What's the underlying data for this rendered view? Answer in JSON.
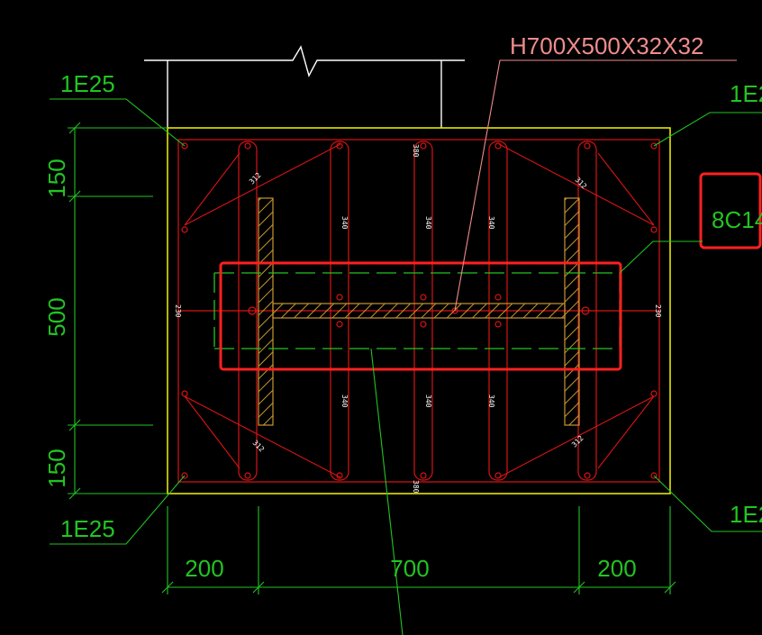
{
  "labels": {
    "section": "H700X500X32X32",
    "corner_tl": "1E25",
    "corner_tr": "1E2",
    "corner_bl": "1E25",
    "corner_br": "1E2",
    "bar_callout": "8C14"
  },
  "dimensions": {
    "vertical": [
      "150",
      "500",
      "150"
    ],
    "horizontal": [
      "200",
      "700",
      "200"
    ]
  },
  "bar_marks": {
    "short_tag": "312",
    "stirrup_tag": "340",
    "top_tag": "380",
    "side_tag": "230"
  },
  "colors": {
    "background": "#000000",
    "yellow": "#e6e600",
    "red": "#d81414",
    "green": "#22c422",
    "pink": "#f08c8c",
    "white": "#ffffff",
    "hatch": "#c89632",
    "highlight": "#ff2020"
  }
}
